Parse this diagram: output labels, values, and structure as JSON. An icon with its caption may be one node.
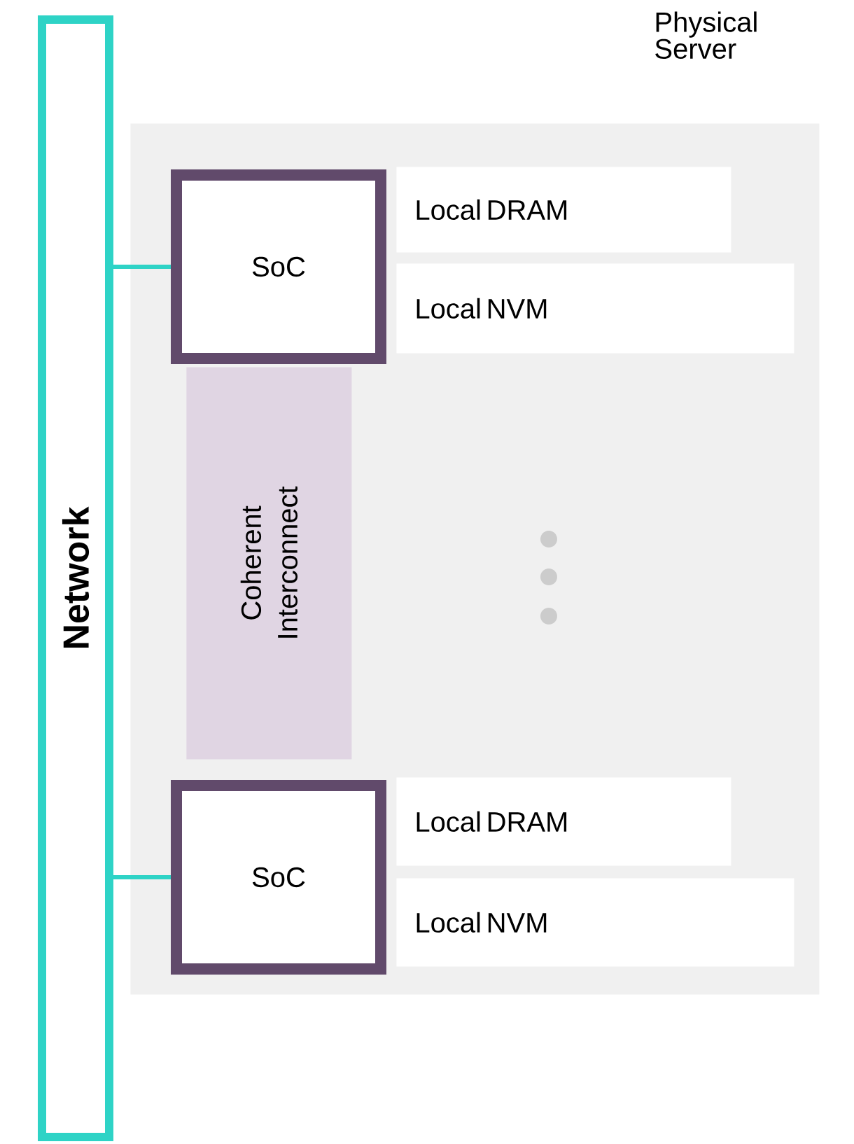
{
  "diagram": {
    "nodes": [
      {
        "text": [
          "Network"
        ]
      },
      {
        "text": [
          "Physical Server"
        ]
      },
      {
        "text": [
          "SoC"
        ],
        "in": 1
      },
      {
        "text": [
          "Local DRAM"
        ],
        "in": 1
      },
      {
        "text": [
          "Local NVM"
        ],
        "in": 1
      },
      {
        "text": [
          "Coherent Interconnect"
        ],
        "in": 1
      },
      {
        "text": [
          "SoC"
        ],
        "in": 1
      },
      {
        "text": [
          "Local DRAM"
        ],
        "in": 1
      },
      {
        "text": [
          "Local NVM"
        ],
        "in": 1
      }
    ],
    "edges": [
      {
        "from": 0,
        "to": 2,
        "arrow": "none"
      },
      {
        "from": 0,
        "to": 6,
        "arrow": "none"
      }
    ]
  }
}
